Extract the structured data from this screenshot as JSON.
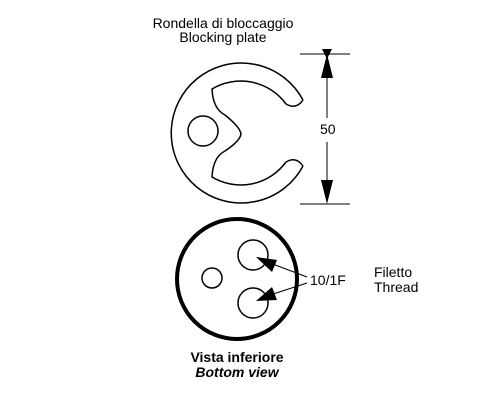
{
  "top_view": {
    "title_it": "Rondella di bloccaggio",
    "title_en": "Blocking plate",
    "dimension": "50"
  },
  "bottom_view": {
    "thread_size": "10/1F",
    "thread_label_it": "Filetto",
    "thread_label_en": "Thread",
    "caption_it": "Vista inferiore",
    "caption_en": "Bottom view"
  }
}
